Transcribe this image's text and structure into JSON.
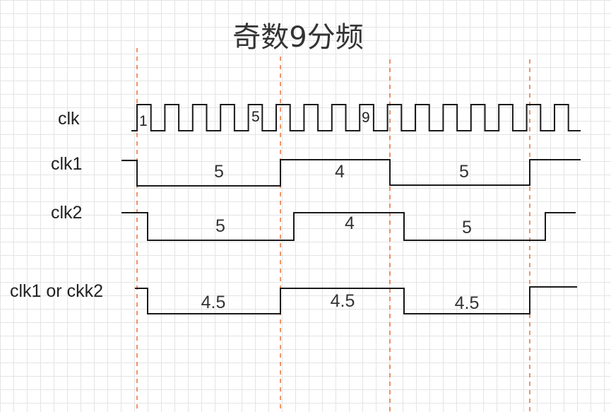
{
  "title": "奇数9分频",
  "signals": {
    "clk": "clk",
    "clk1": "clk1",
    "clk2": "clk2",
    "combined": "clk1 or ckk2"
  },
  "clk_counts": [
    "1",
    "5",
    "9"
  ],
  "clk1_segments": [
    "5",
    "4",
    "5"
  ],
  "clk2_segments": [
    "5",
    "4",
    "5"
  ],
  "combined_segments": [
    "4.5",
    "4.5",
    "4.5"
  ],
  "colors": {
    "grid": "#e4e4e4",
    "wave": "#1a1a1a",
    "marker": "#e8703a",
    "text": "#222222"
  }
}
